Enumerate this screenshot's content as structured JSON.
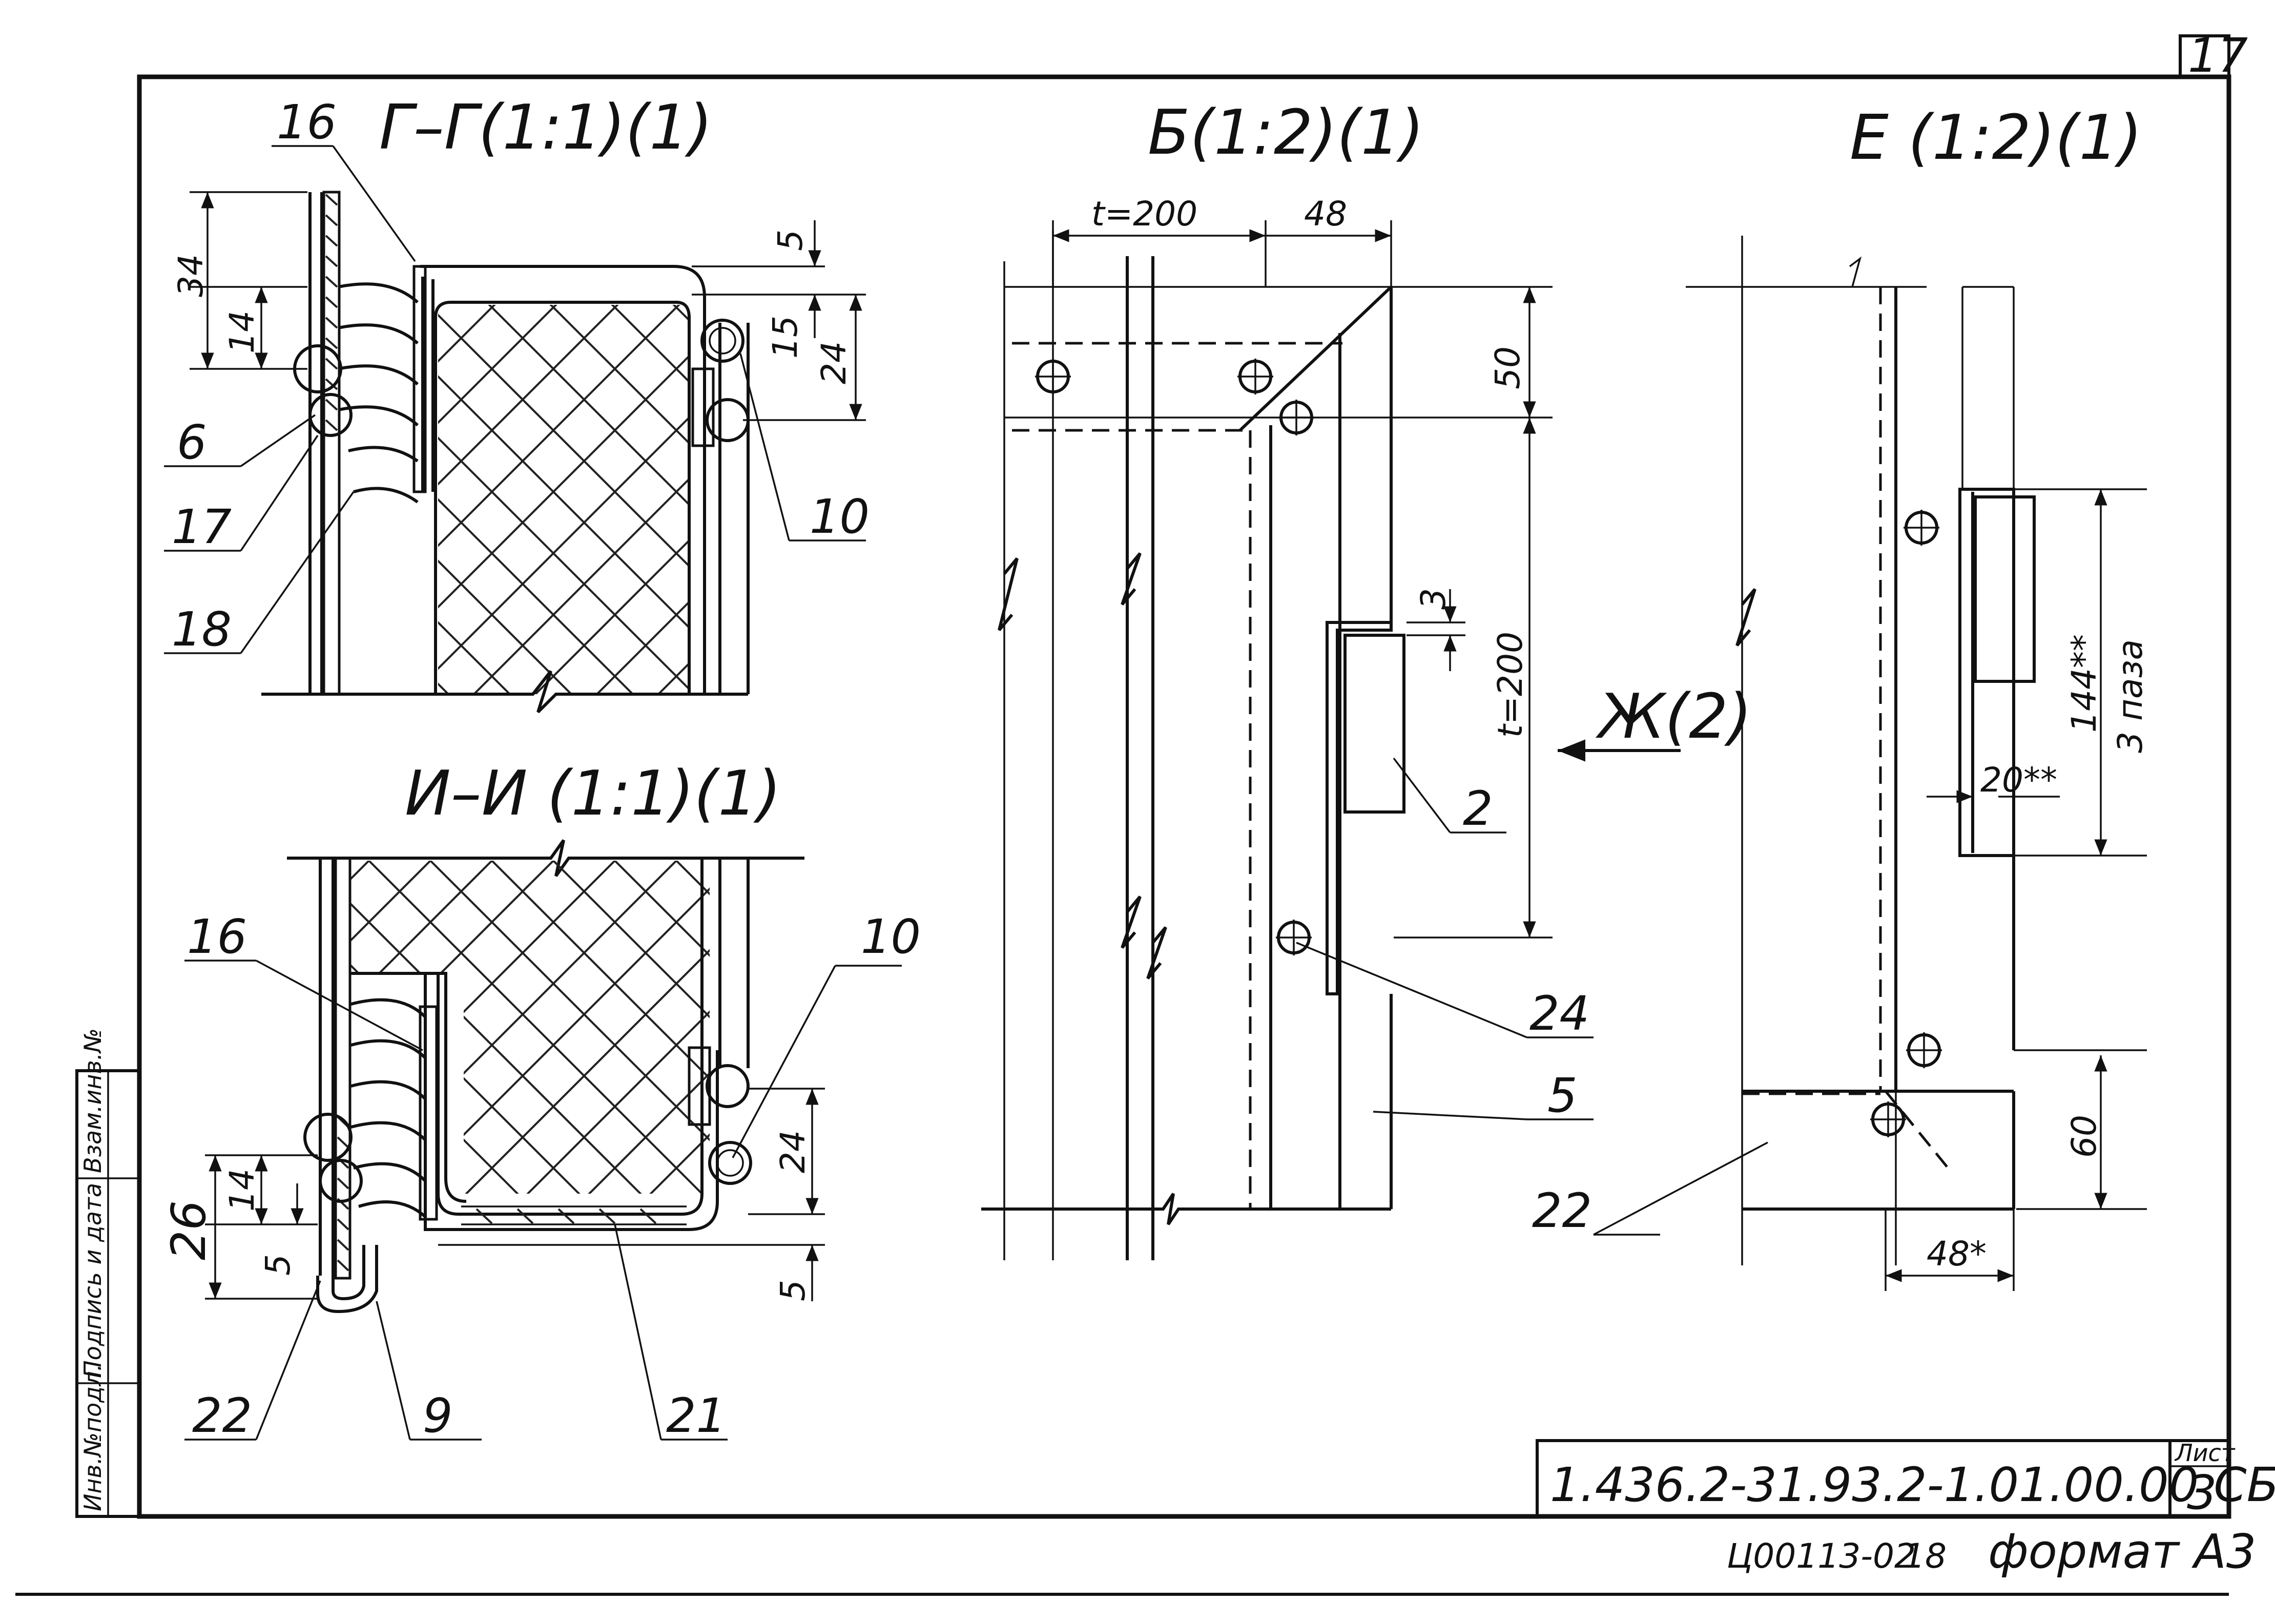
{
  "sheet": {
    "sheet_number": "17",
    "format": "формат А3",
    "archive_code": "Ц00113-02",
    "archive_sheet": "18"
  },
  "title_block": {
    "designation": "1.436.2-31.93.2-1.01.00.00 СБ",
    "sheet_label": "Лист",
    "sheet_value": "3"
  },
  "side_stamp": {
    "inv_no": "Инв.№подл.",
    "sign_date": "Подпись и дата",
    "replaces": "Взам.инв.№"
  },
  "views": {
    "g_g": {
      "title": "Г–Г(1:1)(1)",
      "dims": [
        "34",
        "14",
        "5",
        "15",
        "24"
      ],
      "callouts": [
        "16",
        "6",
        "17",
        "18",
        "10"
      ]
    },
    "i_i": {
      "title": "И–И (1:1)(1)",
      "dims": [
        "14",
        "26",
        "5",
        "24",
        "5"
      ],
      "callouts": [
        "16",
        "10",
        "22",
        "9",
        "21"
      ]
    },
    "b": {
      "title": "Б(1:2)(1)",
      "dims": [
        "t=200",
        "48",
        "50",
        "3",
        "t=200"
      ],
      "callouts": [
        "2",
        "24",
        "5"
      ],
      "view_ref": "Ж(2)"
    },
    "e": {
      "title": "Е (1:2)(1)",
      "dims": [
        "144**",
        "3 паза",
        "20**",
        "60",
        "48*"
      ],
      "callouts": [
        "22"
      ]
    }
  }
}
